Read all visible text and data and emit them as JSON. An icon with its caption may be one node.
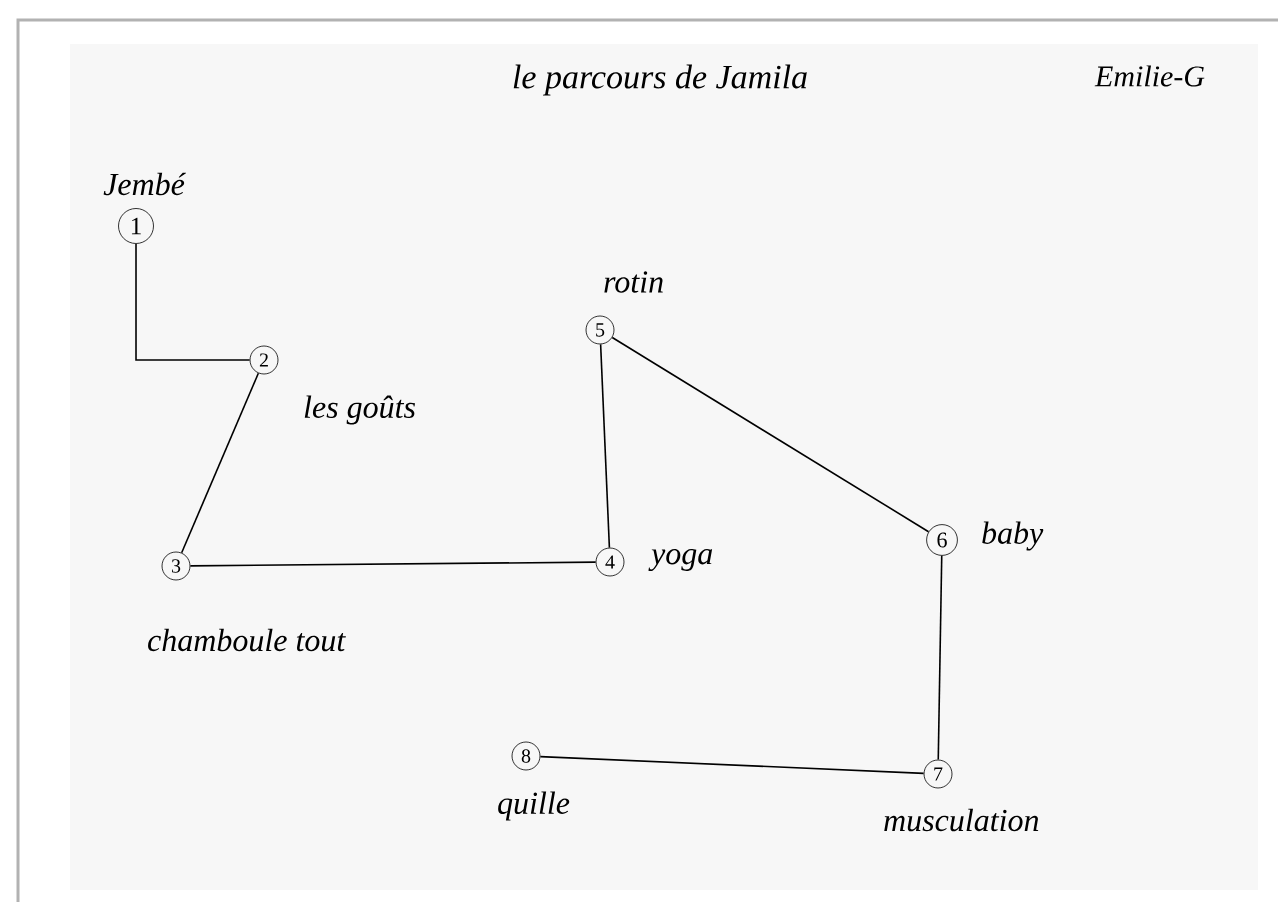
{
  "diagram": {
    "title": "le parcours de Jamila",
    "nodes": [
      {
        "text": [
          "1"
        ],
        "beside": [
          "Jembé"
        ]
      },
      {
        "text": [
          "2"
        ],
        "beside": [
          "les goûts"
        ]
      },
      {
        "text": [
          "3"
        ],
        "beside": [
          "chamboule tout"
        ]
      },
      {
        "text": [
          "4"
        ],
        "beside": [
          "yoga"
        ]
      },
      {
        "text": [
          "5"
        ],
        "beside": [
          "rotin"
        ]
      },
      {
        "text": [
          "6"
        ],
        "beside": [
          "baby"
        ]
      },
      {
        "text": [
          "7"
        ],
        "beside": [
          "musculation"
        ]
      },
      {
        "text": [
          "8"
        ],
        "beside": [
          "quille"
        ]
      }
    ],
    "edges": [
      {
        "from": 0,
        "to": 1,
        "arrow": "none"
      },
      {
        "from": 1,
        "to": 2,
        "arrow": "none"
      },
      {
        "from": 2,
        "to": 3,
        "arrow": "none"
      },
      {
        "from": 3,
        "to": 4,
        "arrow": "none"
      },
      {
        "from": 4,
        "to": 5,
        "arrow": "none"
      },
      {
        "from": 5,
        "to": 6,
        "arrow": "none"
      },
      {
        "from": 6,
        "to": 7,
        "arrow": "none"
      }
    ],
    "labels": [
      "Emilie-G"
    ]
  }
}
